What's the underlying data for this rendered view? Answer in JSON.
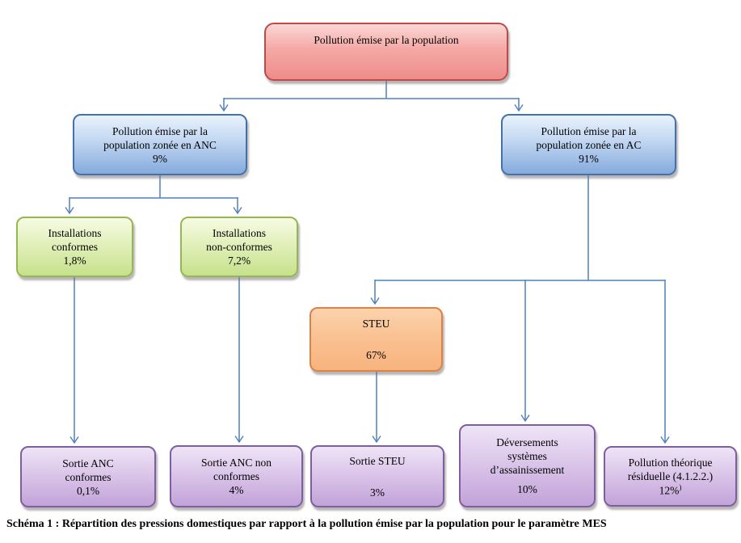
{
  "diagram": {
    "nodes": {
      "root": {
        "line1": "Pollution émise par la population"
      },
      "anc": {
        "line1": "Pollution émise par la",
        "line2": "population zonée en ANC",
        "value": "9%"
      },
      "ac": {
        "line1": "Pollution émise par la",
        "line2": "population zonée en AC",
        "value": "91%"
      },
      "installations_conformes": {
        "line1": "Installations",
        "line2": "conformes",
        "value": "1,8%"
      },
      "installations_non_conformes": {
        "line1": "Installations",
        "line2": "non-conformes",
        "value": "7,2%"
      },
      "steu": {
        "line1": "STEU",
        "value": "67%"
      },
      "sortie_anc_conformes": {
        "line1": "Sortie ANC",
        "line2": "conformes",
        "value": "0,1%"
      },
      "sortie_anc_non_conformes": {
        "line1": "Sortie ANC non",
        "line2": "conformes",
        "value": "4%"
      },
      "sortie_steu": {
        "line1": "Sortie STEU",
        "value": "3%"
      },
      "deversements": {
        "line1": "Déversements",
        "line2": "systèmes",
        "line3": "d’assainissement",
        "value": "10%"
      },
      "pollution_residuelle": {
        "line1": "Pollution théorique",
        "line2": "résiduelle (4.1.2.2.)",
        "value": "12%",
        "value_sup": ")"
      }
    },
    "caption": "Schéma 1 : Répartition des pressions domestiques par rapport à la pollution émise par la population pour le paramètre MES",
    "colors": {
      "connector": "#4f81bd",
      "root_border": "#bf4a47",
      "root_fill": "#ee8d8a",
      "zone_border": "#4472a8",
      "zone_fill": "#85aadd",
      "installations_border": "#94b753",
      "installations_fill": "#c6e18b",
      "steu_border": "#db8244",
      "steu_fill": "#fac090",
      "sortie_border": "#7d5fa0",
      "sortie_fill": "#c2a3d9"
    }
  }
}
